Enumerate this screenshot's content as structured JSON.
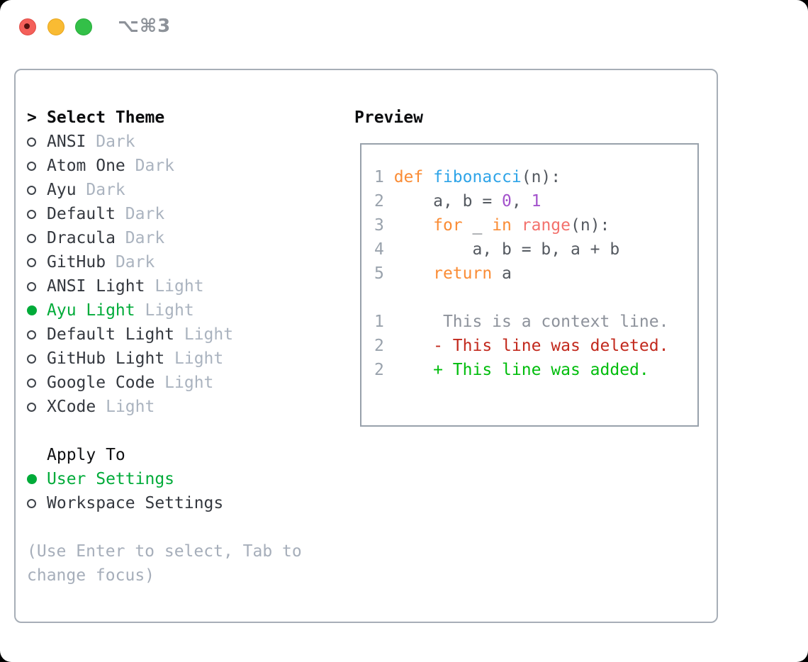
{
  "window": {
    "shortcut_label": "⌥⌘3",
    "buttons": {
      "close": "close",
      "minimize": "minimize",
      "zoom": "zoom"
    }
  },
  "colors": {
    "accent_green": "#00ab39",
    "traffic_red": "#f4605a",
    "traffic_yellow": "#f9bb33",
    "traffic_green": "#33c048",
    "lineno": "#99a2ac",
    "keyword": "#fa8c35",
    "function": "#2ea4e8",
    "number": "#a352cc",
    "builtin": "#f3716c",
    "code": "#545960",
    "context": "#8d929b",
    "deleted": "#c2291d",
    "added": "#00bd0c"
  },
  "theme_list": {
    "prompt": ">",
    "title": "Select Theme",
    "items": [
      {
        "name": "ANSI",
        "variant": "Dark",
        "selected": false
      },
      {
        "name": "Atom One",
        "variant": "Dark",
        "selected": false
      },
      {
        "name": "Ayu",
        "variant": "Dark",
        "selected": false
      },
      {
        "name": "Default",
        "variant": "Dark",
        "selected": false
      },
      {
        "name": "Dracula",
        "variant": "Dark",
        "selected": false
      },
      {
        "name": "GitHub",
        "variant": "Dark",
        "selected": false
      },
      {
        "name": "ANSI Light",
        "variant": "Light",
        "selected": false
      },
      {
        "name": "Ayu Light",
        "variant": "Light",
        "selected": true
      },
      {
        "name": "Default Light",
        "variant": "Light",
        "selected": false
      },
      {
        "name": "GitHub Light",
        "variant": "Light",
        "selected": false
      },
      {
        "name": "Google Code",
        "variant": "Light",
        "selected": false
      },
      {
        "name": "XCode",
        "variant": "Light",
        "selected": false
      }
    ]
  },
  "apply_to": {
    "title": "Apply To",
    "options": [
      {
        "label": "User Settings",
        "selected": true
      },
      {
        "label": "Workspace Settings",
        "selected": false
      }
    ]
  },
  "hint_lines": [
    "(Use Enter to select, Tab to",
    "change focus)"
  ],
  "preview": {
    "title": "Preview",
    "lines": [
      [
        {
          "t": "1 ",
          "c": "lineno"
        },
        {
          "t": "def",
          "c": "keyword"
        },
        {
          "t": " ",
          "c": "code"
        },
        {
          "t": "fibonacci",
          "c": "function"
        },
        {
          "t": "(n):",
          "c": "code"
        }
      ],
      [
        {
          "t": "2",
          "c": "lineno"
        },
        {
          "t": "     a, b = ",
          "c": "code"
        },
        {
          "t": "0",
          "c": "number"
        },
        {
          "t": ", ",
          "c": "code"
        },
        {
          "t": "1",
          "c": "number"
        }
      ],
      [
        {
          "t": "3",
          "c": "lineno"
        },
        {
          "t": "     ",
          "c": "code"
        },
        {
          "t": "for",
          "c": "keyword"
        },
        {
          "t": " _ ",
          "c": "code"
        },
        {
          "t": "in",
          "c": "keyword"
        },
        {
          "t": " ",
          "c": "code"
        },
        {
          "t": "range",
          "c": "builtin"
        },
        {
          "t": "(n):",
          "c": "code"
        }
      ],
      [
        {
          "t": "4",
          "c": "lineno"
        },
        {
          "t": "         a, b = b, a + b",
          "c": "code"
        }
      ],
      [
        {
          "t": "5",
          "c": "lineno"
        },
        {
          "t": "     ",
          "c": "code"
        },
        {
          "t": "return",
          "c": "keyword"
        },
        {
          "t": " a",
          "c": "code"
        }
      ],
      [],
      [
        {
          "t": "1",
          "c": "lineno"
        },
        {
          "t": "      This is a context line.",
          "c": "context"
        }
      ],
      [
        {
          "t": "2",
          "c": "lineno"
        },
        {
          "t": "     - This line was deleted.",
          "c": "deleted"
        }
      ],
      [
        {
          "t": "2",
          "c": "lineno"
        },
        {
          "t": "     + This line was added.",
          "c": "added"
        }
      ]
    ]
  }
}
